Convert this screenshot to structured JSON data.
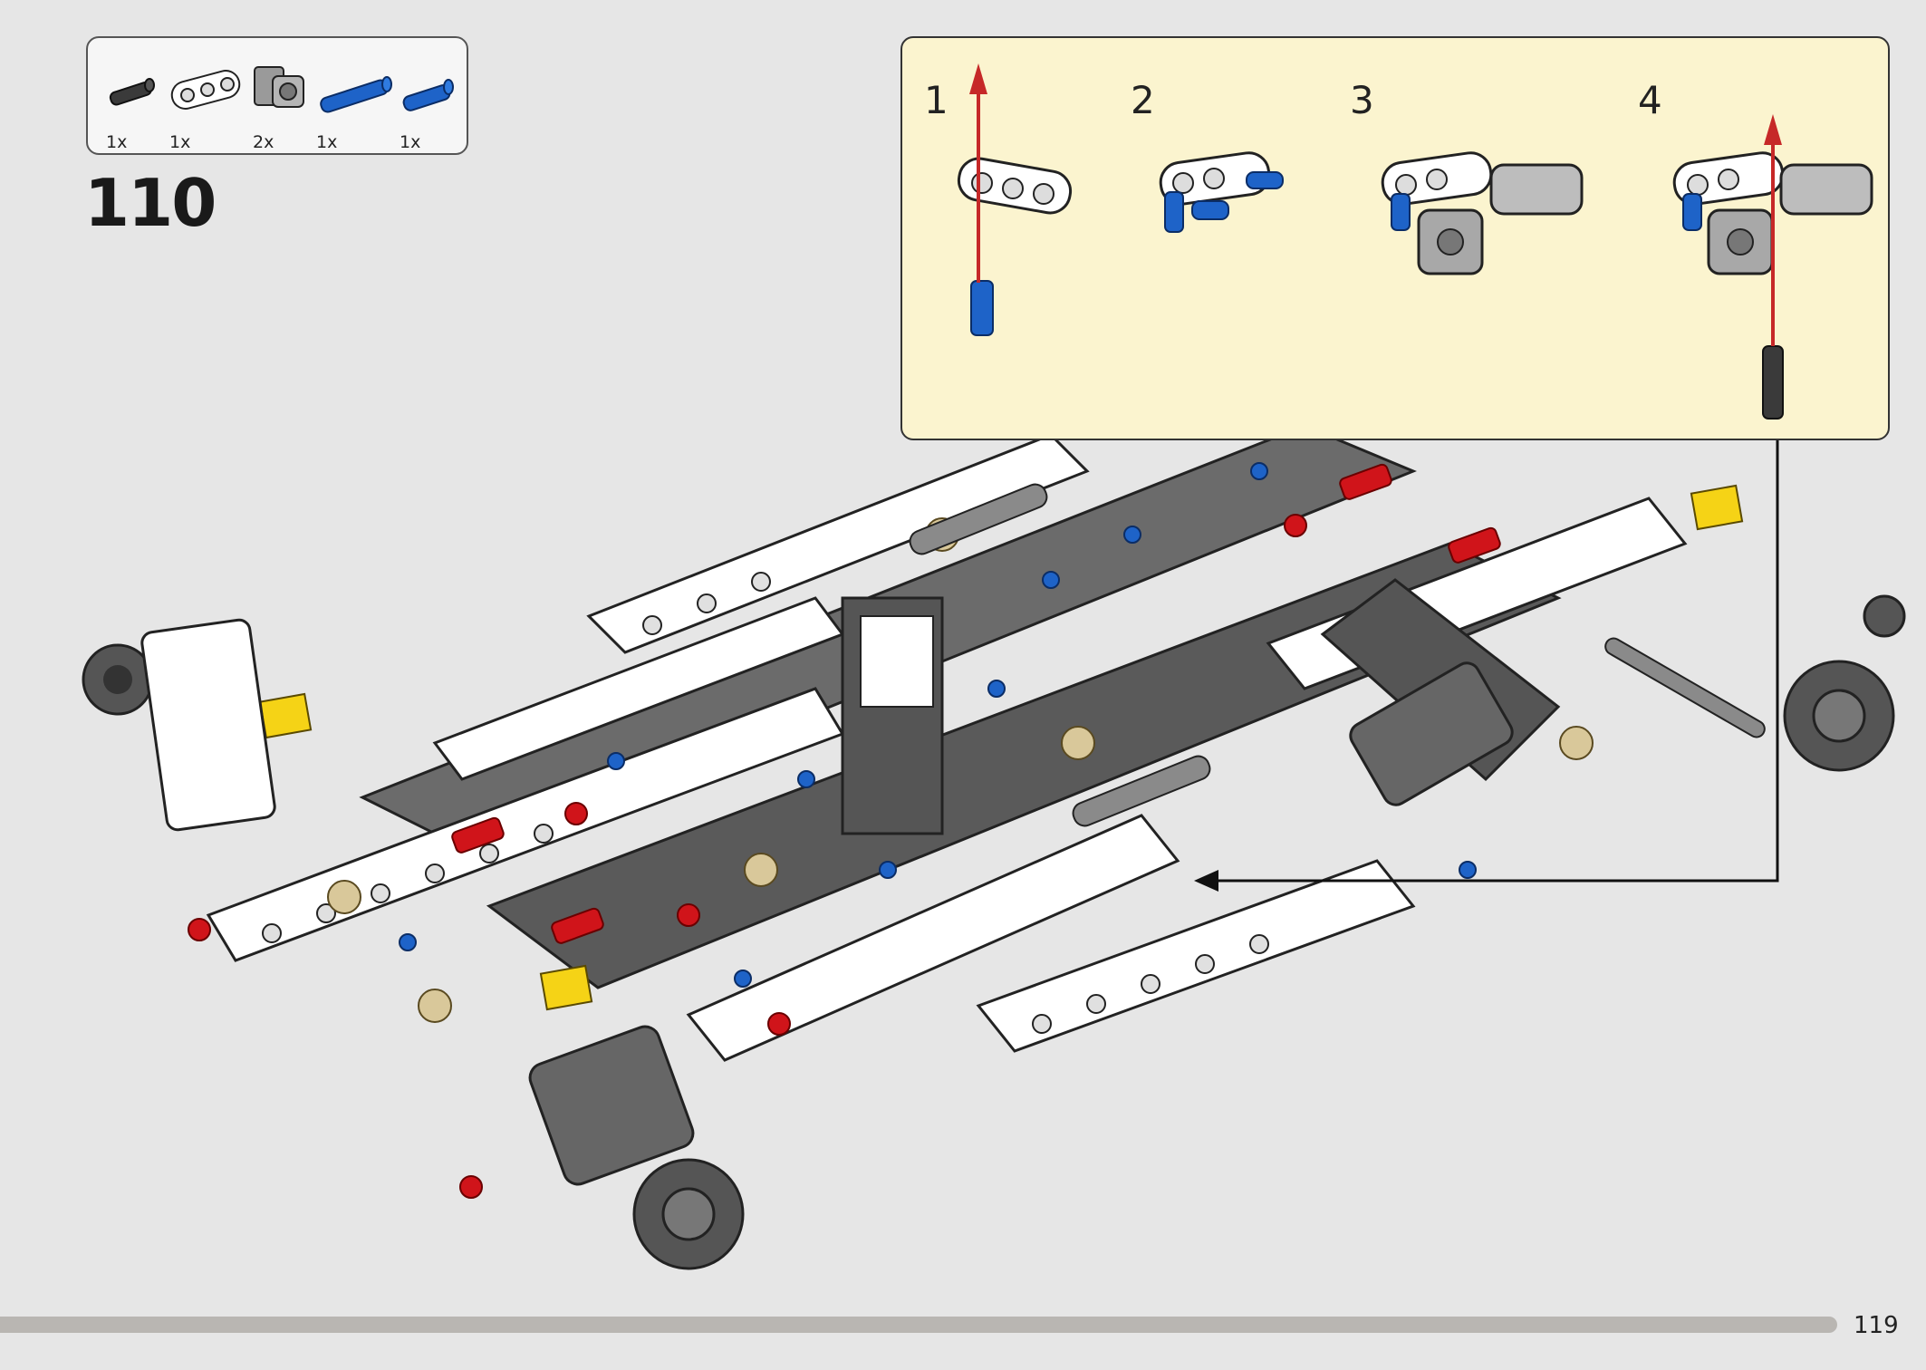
{
  "step": {
    "number": "110"
  },
  "parts": [
    {
      "name": "pin-black-dark",
      "qty": "1x"
    },
    {
      "name": "beam-white",
      "qty": "1x"
    },
    {
      "name": "connector-gray",
      "qty": "2x"
    },
    {
      "name": "axle-pin-blue-long",
      "qty": "1x"
    },
    {
      "name": "pin-blue-short",
      "qty": "1x"
    }
  ],
  "subassembly": {
    "steps": [
      "1",
      "2",
      "3",
      "4"
    ]
  },
  "footer": {
    "page_number": "119"
  },
  "colors": {
    "background": "#e6e6e6",
    "callout_bg": "#fbf4cf",
    "arrow_red": "#c62828",
    "lego_blue": "#1e63c8",
    "lego_gray": "#5a5a5a",
    "lego_white": "#ffffff",
    "lego_red": "#d0141a",
    "lego_tan": "#d9c89a",
    "lego_yellow": "#f5d316"
  }
}
